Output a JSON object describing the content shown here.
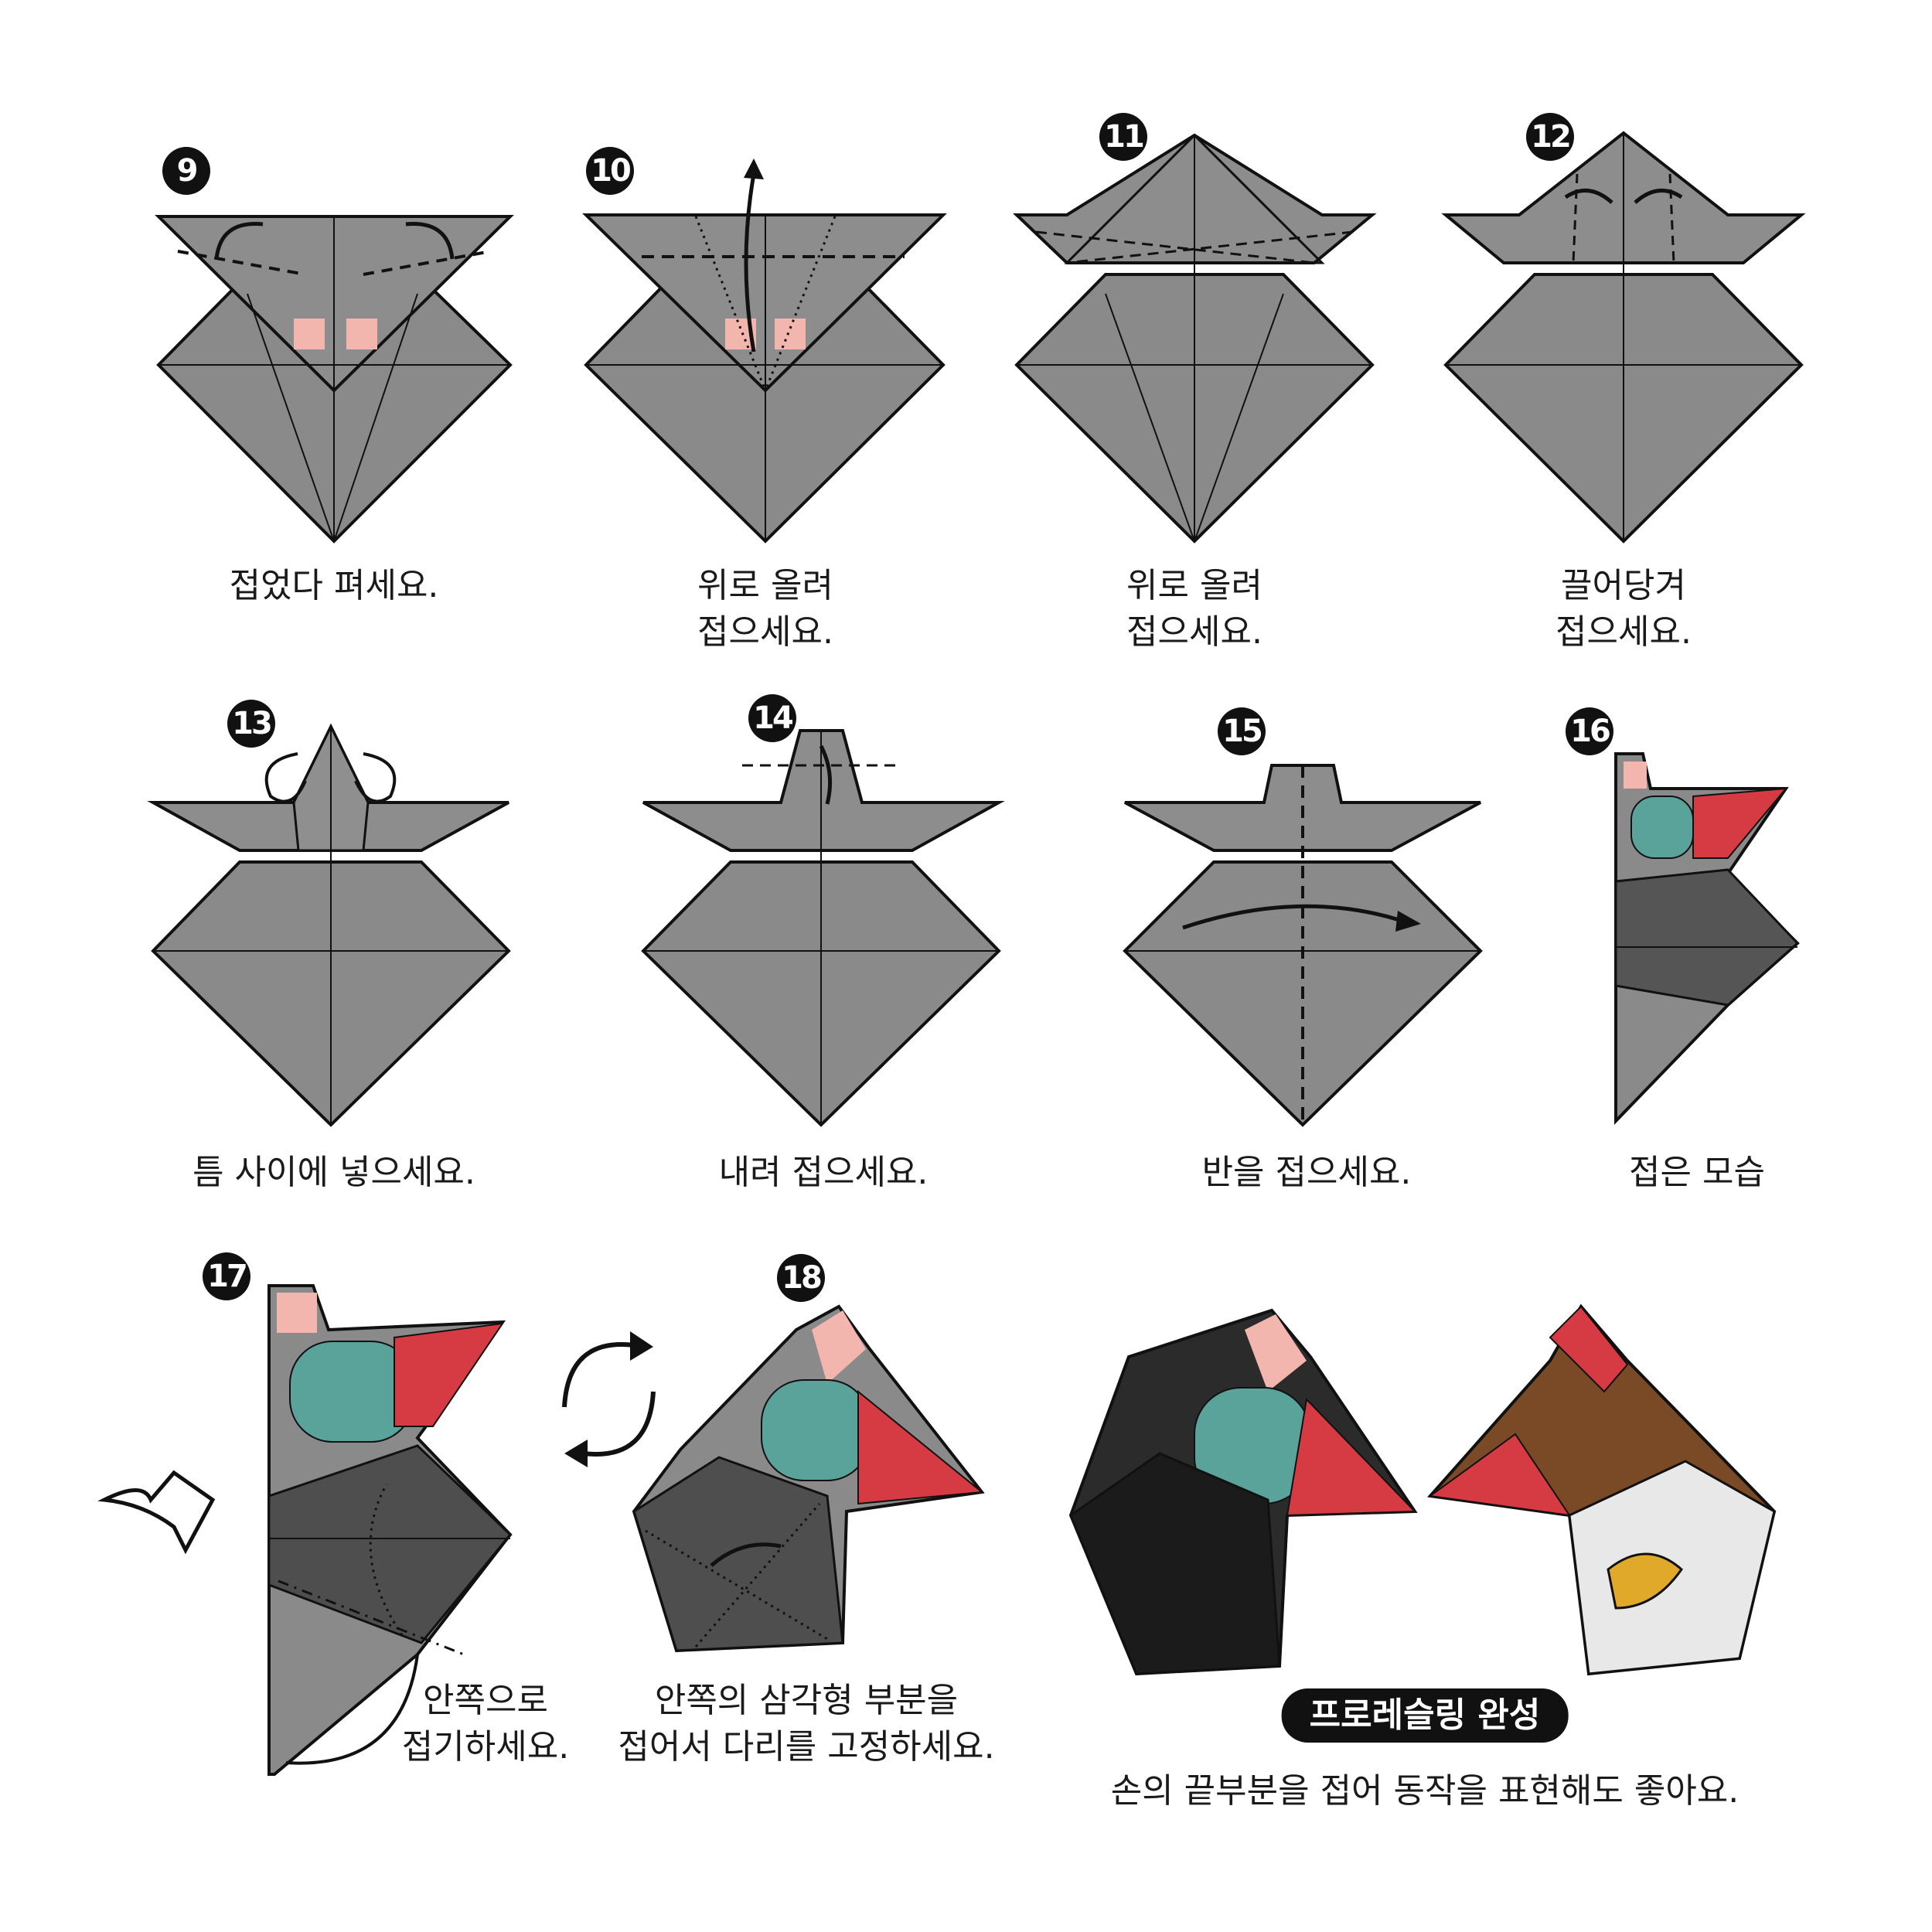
{
  "colors": {
    "paper": "#8a8a8a",
    "paper_dark": "#5c5c5c",
    "line": "#111111",
    "skin": "#f2b6ae",
    "red": "#d63a43",
    "teal": "#5aa39a",
    "brown": "#7a4a26",
    "black": "#1b1b1b"
  },
  "steps": [
    {
      "num": "9",
      "caption": [
        "접었다 펴세요."
      ]
    },
    {
      "num": "10",
      "caption": [
        "위로 올려",
        "접으세요."
      ]
    },
    {
      "num": "11",
      "caption": [
        "위로 올려",
        "접으세요."
      ]
    },
    {
      "num": "12",
      "caption": [
        "끌어당겨",
        "접으세요."
      ]
    },
    {
      "num": "13",
      "caption": [
        "틈 사이에 넣으세요."
      ]
    },
    {
      "num": "14",
      "caption": [
        "내려 접으세요."
      ]
    },
    {
      "num": "15",
      "caption": [
        "반을 접으세요."
      ]
    },
    {
      "num": "16",
      "caption": [
        "접은 모습"
      ]
    },
    {
      "num": "17",
      "caption": [
        "안쪽으로",
        "접기하세요."
      ]
    },
    {
      "num": "18",
      "caption": [
        "안쪽의 삼각형 부분을",
        "접어서 다리를 고정하세요."
      ]
    }
  ],
  "final": {
    "title": "프로레슬링 완성",
    "note": "손의 끝부분을 접어 동작을 표현해도 좋아요."
  },
  "icons": [
    "curved-arrow-icon",
    "rotate-icon",
    "fold-arrow-icon"
  ]
}
